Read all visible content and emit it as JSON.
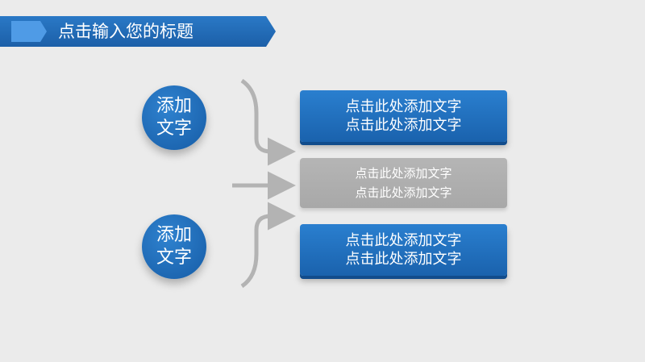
{
  "title": {
    "text": "点击输入您的标题"
  },
  "circles": [
    {
      "line1": "添加",
      "line2": "文字"
    },
    {
      "line1": "添加",
      "line2": "文字"
    }
  ],
  "boxes": [
    {
      "line1": "点击此处添加文字",
      "line2": "点击此处添加文字"
    },
    {
      "line1": "点击此处添加文字",
      "line2": "点击此处添加文字"
    },
    {
      "line1": "点击此处添加文字",
      "line2": "点击此处添加文字"
    }
  ],
  "colors": {
    "primary": "#1f6bb8",
    "accent": "#4f9be6",
    "arrow": "#b3b3b3",
    "neutral": "#aaaaaa"
  }
}
